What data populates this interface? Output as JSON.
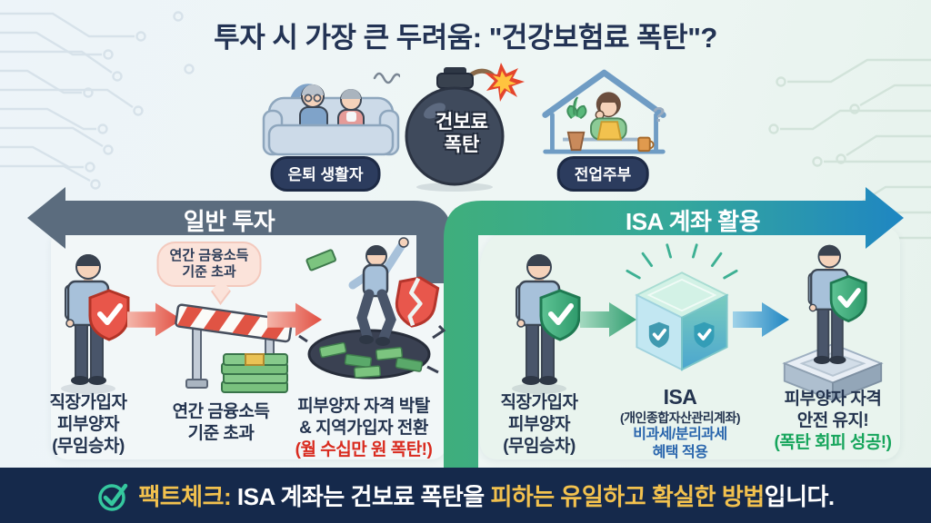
{
  "title": "투자 시 가장 큰 두려움: \"건강보험료 폭탄\"?",
  "characters": {
    "retiree_label": "은퇴 생활자",
    "housewife_label": "전업주부",
    "housewife_question": "?",
    "bomb_line1": "건보료",
    "bomb_line2": "폭탄"
  },
  "branches": {
    "left": {
      "banner": "일반 투자",
      "steps": [
        {
          "lines": [
            "직장가입자",
            "피부양자",
            "(무임승차)"
          ]
        },
        {
          "bubble": [
            "연간 금융소득",
            "기준 초과"
          ],
          "lines": [
            "연간 금융소득",
            "기준 초과"
          ]
        },
        {
          "lines": [
            "피부양자 자격 박탈",
            "& 지역가입자 전환"
          ],
          "highlight": "(월 수십만 원 폭탄!)"
        }
      ]
    },
    "right": {
      "banner": "ISA 계좌 활용",
      "steps": [
        {
          "lines": [
            "직장가입자",
            "피부양자",
            "(무임승차)"
          ]
        },
        {
          "title": "ISA",
          "subtitle": "(개인종합자산관리계좌)",
          "benefit": [
            "비과세/분리과세",
            "혜택 적용"
          ]
        },
        {
          "lines": [
            "피부양자 자격",
            "안전 유지!"
          ],
          "highlight": "(폭탄 회피 성공!)"
        }
      ]
    }
  },
  "footer": {
    "prefix": "팩트체크:",
    "body1": " ISA 계좌는 건보료 폭탄을 ",
    "emphasis": "피하는 유일하고 확실한 방법",
    "body2": "입니다."
  },
  "colors": {
    "background_left": "#edf4f9",
    "background_right": "#e6f2ec",
    "title_navy": "#233354",
    "arrow_gray": "#5b6c7e",
    "arrow_green": "#3fae7c",
    "arrow_blue": "#1f86c2",
    "alert_red": "#d92b1f",
    "success_green": "#17a55c",
    "benefit_blue": "#2a66ad",
    "footer_navy": "#15294b",
    "footer_gold": "#f2c14e"
  }
}
